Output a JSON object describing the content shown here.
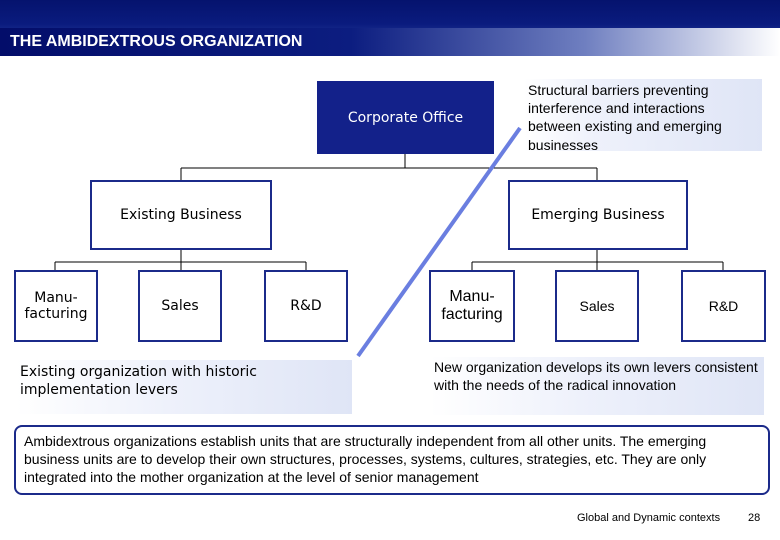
{
  "header": {
    "title": "THE AMBIDEXTROUS ORGANIZATION"
  },
  "corporate": {
    "label": "Corporate Office"
  },
  "barrier_note": {
    "text": "Structural barriers preventing interference and interactions between existing and emerging businesses"
  },
  "existing": {
    "label": "Existing Business",
    "units": [
      "Manu-\nfacturing",
      "Sales",
      "R&D"
    ],
    "note": "Existing organization with historic implementation levers"
  },
  "emerging": {
    "label": "Emerging Business",
    "units": [
      "Manu-\nfacturing",
      "Sales",
      "R&D"
    ],
    "note": "New organization develops its own levers consistent with the needs of the radical innovation"
  },
  "summary": {
    "text": "Ambidextrous organizations establish units that are structurally independent from all other units.  The emerging business units are to develop their own structures, processes, systems, cultures, strategies, etc.  They are only integrated into the mother organization at the level of senior management"
  },
  "footer": {
    "source": "Global and Dynamic contexts",
    "page_number": "28"
  },
  "colors": {
    "brand": "#13218a",
    "border": "#1b2a8a",
    "barrier_line": "#5a6fd6"
  }
}
